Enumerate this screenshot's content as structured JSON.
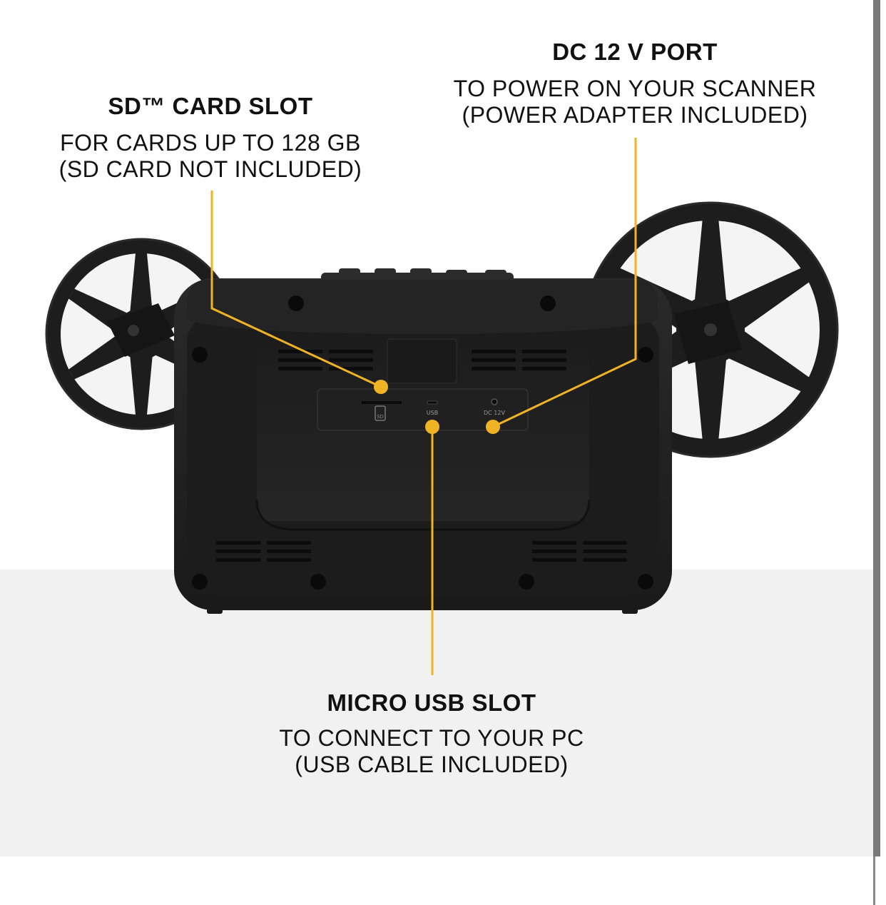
{
  "callouts": {
    "sd": {
      "title": "SD™ CARD SLOT",
      "line1": "FOR CARDS UP TO 128 GB",
      "line2": "(SD CARD NOT INCLUDED)"
    },
    "dc": {
      "title": "DC 12 V PORT",
      "line1": "TO POWER ON YOUR SCANNER",
      "line2": "(POWER ADAPTER INCLUDED)"
    },
    "usb": {
      "title": "MICRO USB SLOT",
      "line1": "TO CONNECT TO YOUR PC",
      "line2": "(USB CABLE INCLUDED)"
    }
  },
  "device_port_labels": {
    "sd": "SD",
    "usb": "USB",
    "dc": "DC 12V"
  },
  "colors": {
    "accent": "#f0b323",
    "device_body": "#1f1f1f",
    "floor": "#f1f1f1",
    "text": "#111111"
  },
  "icons": [
    "film-reel-icon",
    "sd-card-icon",
    "micro-usb-port-icon",
    "dc-power-port-icon"
  ]
}
